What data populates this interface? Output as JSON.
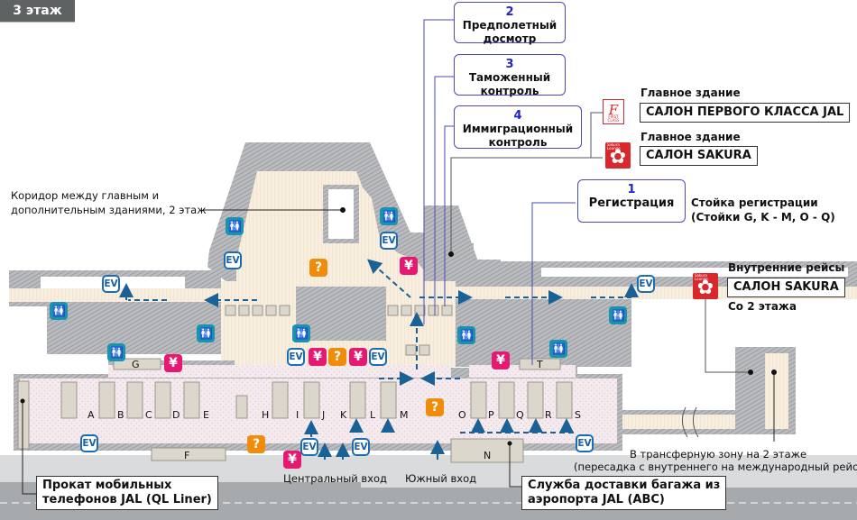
{
  "floor": {
    "label": "3 этаж"
  },
  "callouts": {
    "checkin": {
      "num": "1",
      "title": "Регистрация"
    },
    "security": {
      "num": "2",
      "title_line1": "Предполетный",
      "title_line2": "досмотр"
    },
    "customs": {
      "num": "3",
      "title_line1": "Таможенный",
      "title_line2": "контроль"
    },
    "immigration": {
      "num": "4",
      "title_line1": "Иммиграционный",
      "title_line2": "контроль"
    }
  },
  "checkin_note": {
    "line1": "Стойка регистрации",
    "line2": "(Стойки G, K - M, O - Q)"
  },
  "lounges": {
    "first_class": {
      "building": "Главное здание",
      "name": "САЛОН ПЕРВОГО КЛАССА JAL",
      "icon": "jal-first-class-logo",
      "icon_text": "FIRST CLASS",
      "icon_letter": "F"
    },
    "sakura_main": {
      "building": "Главное здание",
      "name": "САЛОН SAKURA",
      "icon": "sakura-lounge-logo",
      "icon_text": "Sakura Lounge"
    },
    "sakura_domestic": {
      "heading": "Внутренние рейсы",
      "name": "САЛОН SAKURA",
      "note": "Со 2 этажа",
      "icon": "sakura-lounge-logo",
      "icon_text": "Sakura Lounge"
    }
  },
  "annotations": {
    "corridor": {
      "line1": "Коридор между главным и",
      "line2": "дополнительным зданиями, 2 этаж"
    },
    "transfer": {
      "line1": "В трансферную зону на 2 этаже",
      "line2": "(пересадка с внутреннего на международный рейс)"
    },
    "central_entrance": "Центральный вход",
    "south_entrance": "Южный вход",
    "phone_rental": {
      "line1": "Прокат мобильных",
      "line2": "телефонов JAL (QL Liner)"
    },
    "baggage": {
      "line1": "Служба доставки багажа из",
      "line2": "аэропорта JAL (ABC)"
    }
  },
  "counters": [
    "A",
    "B",
    "C",
    "D",
    "E",
    "F",
    "G",
    "H",
    "I",
    "J",
    "K",
    "L",
    "M",
    "N",
    "O",
    "P",
    "Q",
    "R",
    "S",
    "T"
  ],
  "icons": {
    "elevator": "EV",
    "restroom": "🚻",
    "currency_exchange": "¥",
    "information": "?"
  },
  "colors": {
    "callout_border": "#4a4ab8",
    "callout_number": "#2424c4",
    "elevator": "#1a6db5",
    "restroom": "#1993ae",
    "currency_exchange": "#e5196f",
    "information": "#f08c0a",
    "lounge_red": "#d8282c",
    "arrow": "#1a6196",
    "wall": "#8c8f92",
    "floor_public": "#f5ecde",
    "floor_checkin": "#f3e6ea",
    "road": "#a6aaad"
  }
}
